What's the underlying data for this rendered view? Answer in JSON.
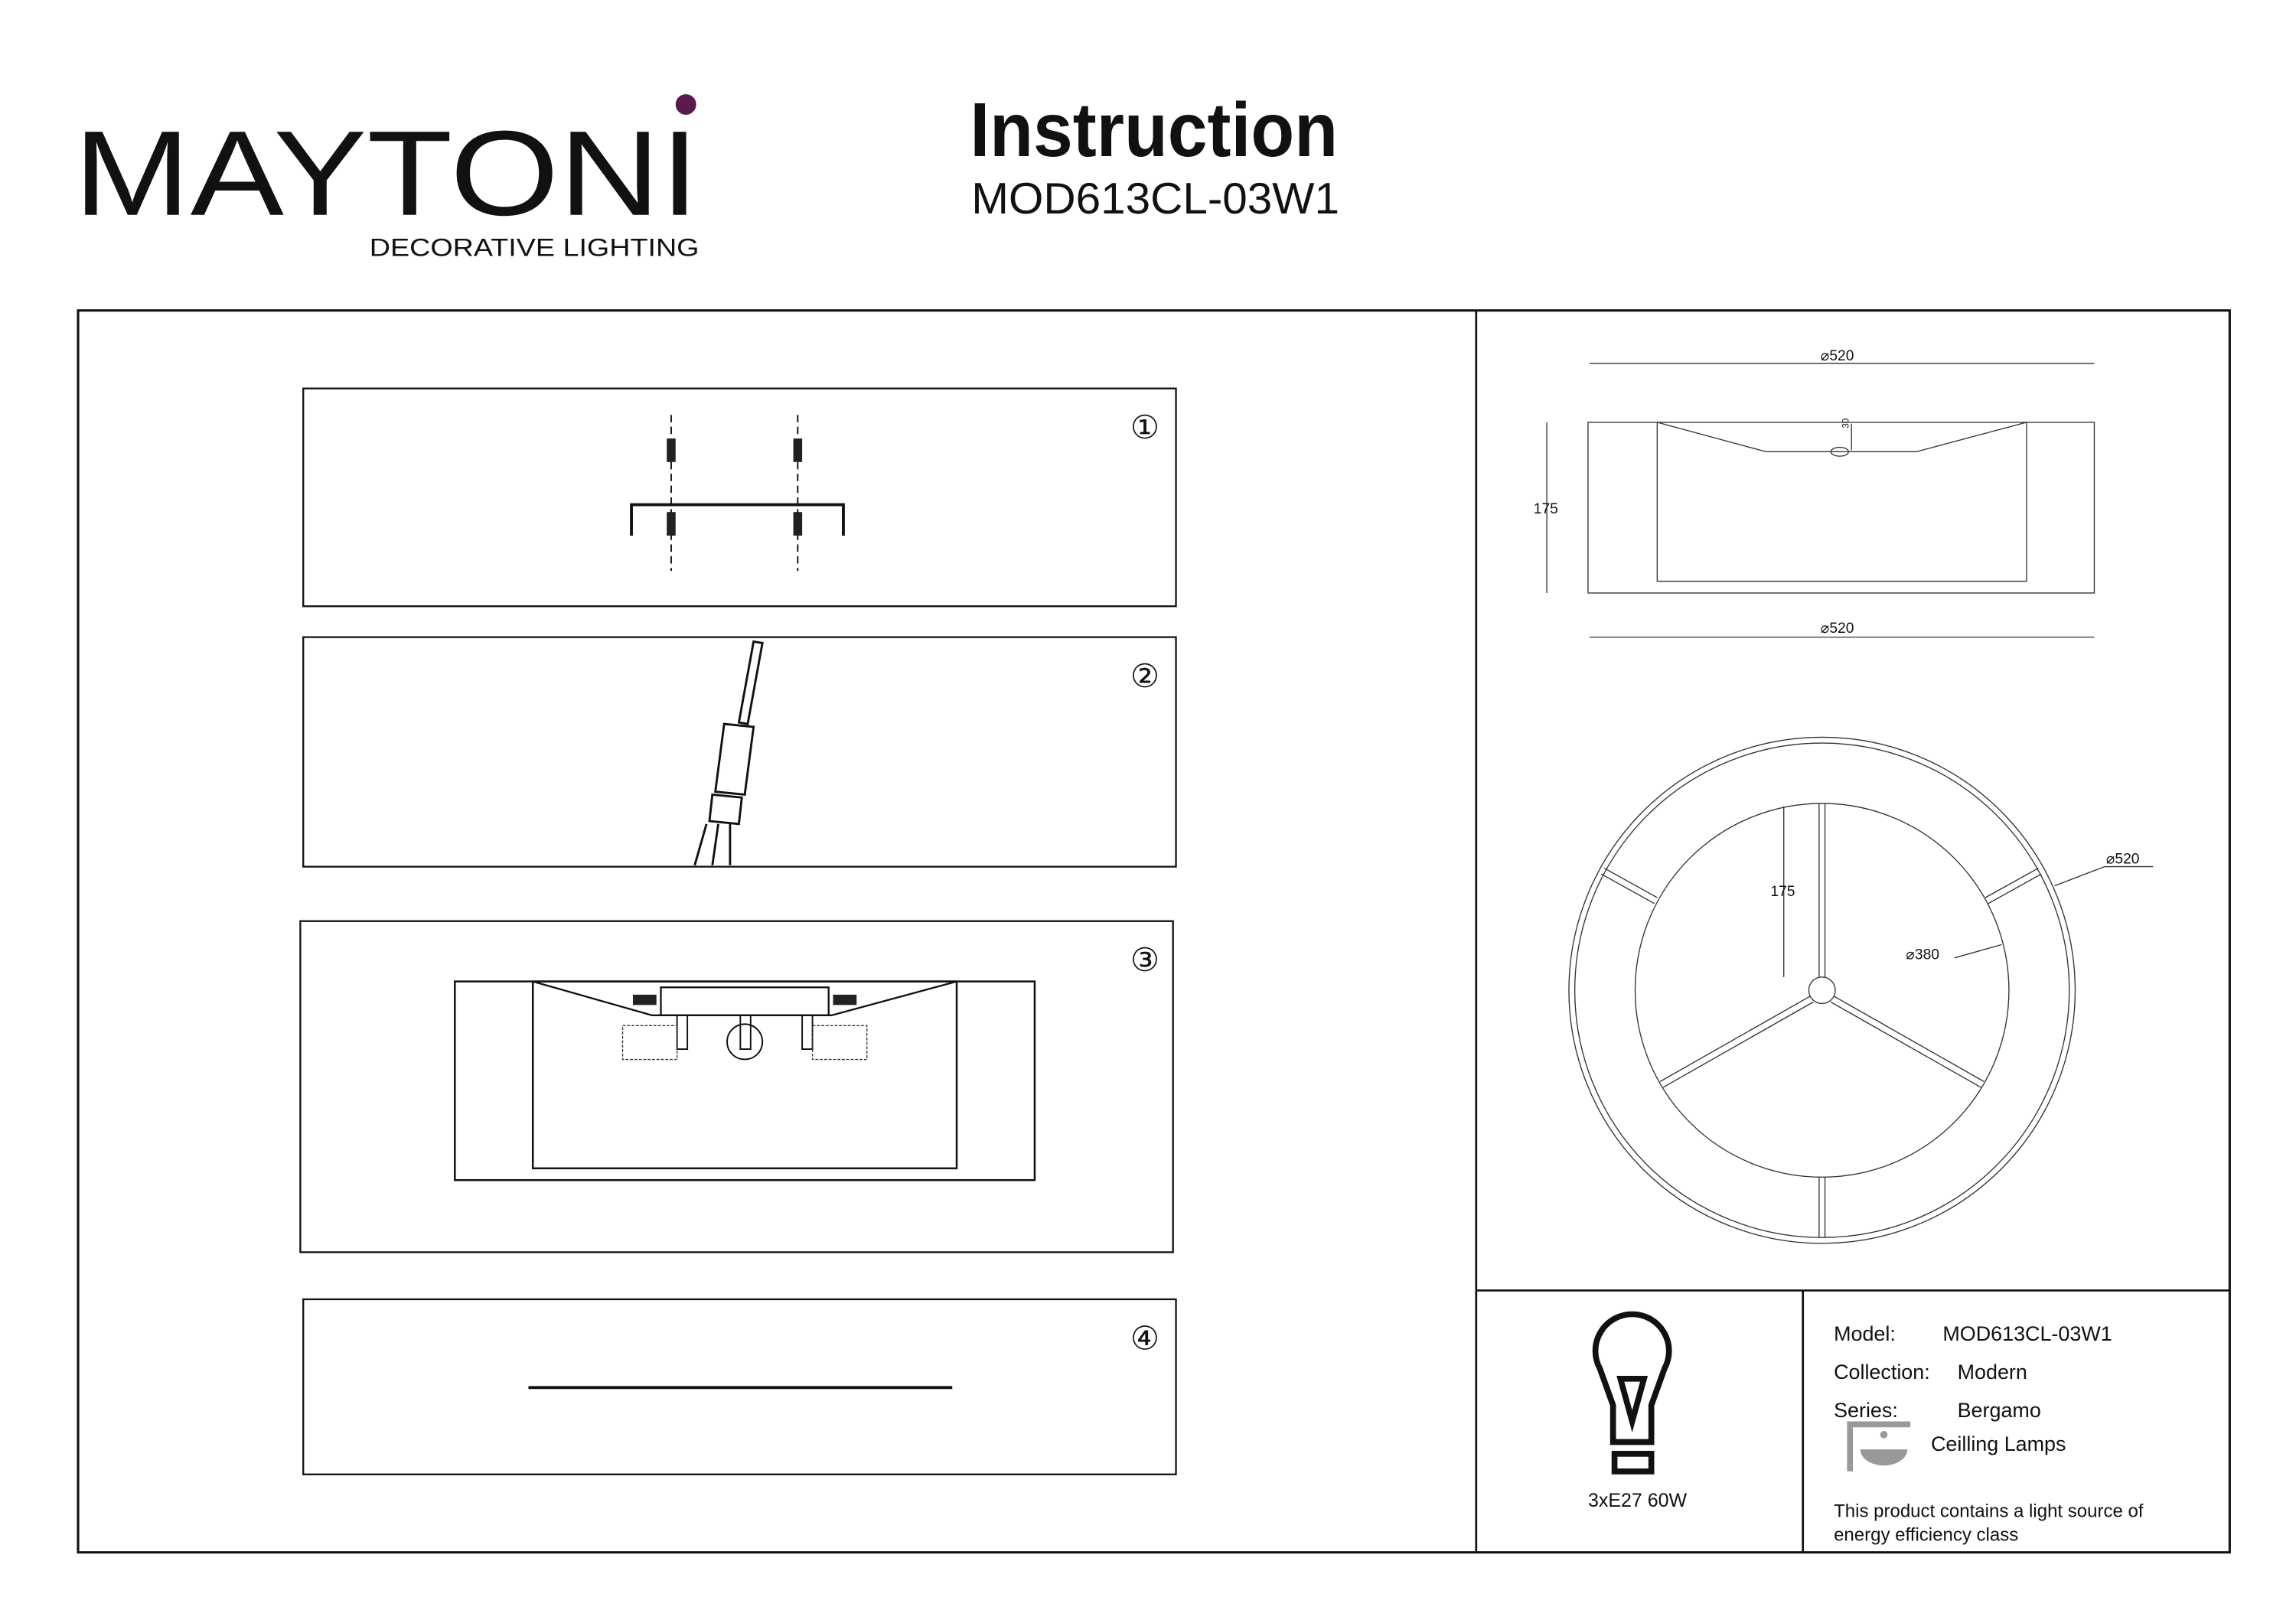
{
  "header": {
    "brand": "MAYTONI",
    "brand_tagline": "DECORATIVE LIGHTING",
    "brand_dot_color": "#5a1a4e",
    "title": "Instruction",
    "model_code": "MOD613CL-03W1"
  },
  "steps": [
    {
      "number": "①"
    },
    {
      "number": "②"
    },
    {
      "number": "③"
    },
    {
      "number": "④"
    }
  ],
  "dimensions": {
    "top_diameter": "⌀520",
    "bottom_diameter": "⌀520",
    "height": "175",
    "offset": "30",
    "plan_height": "175",
    "plan_outer_diameter": "⌀520",
    "plan_inner_diameter": "⌀380"
  },
  "bulb": {
    "icon": "light-bulb-icon",
    "spec": "3xE27 60W"
  },
  "specs": {
    "model_label": "Model:",
    "model_value": "MOD613CL-03W1",
    "collection_label": "Collection:",
    "collection_value": "Modern",
    "series_label": "Series:",
    "series_value": "Bergamo",
    "category_icon": "ceiling-lamp-icon",
    "category": "Ceilling Lamps",
    "energy_note_line1": "This product contains a light source of",
    "energy_note_line2": "energy efficiency class"
  }
}
